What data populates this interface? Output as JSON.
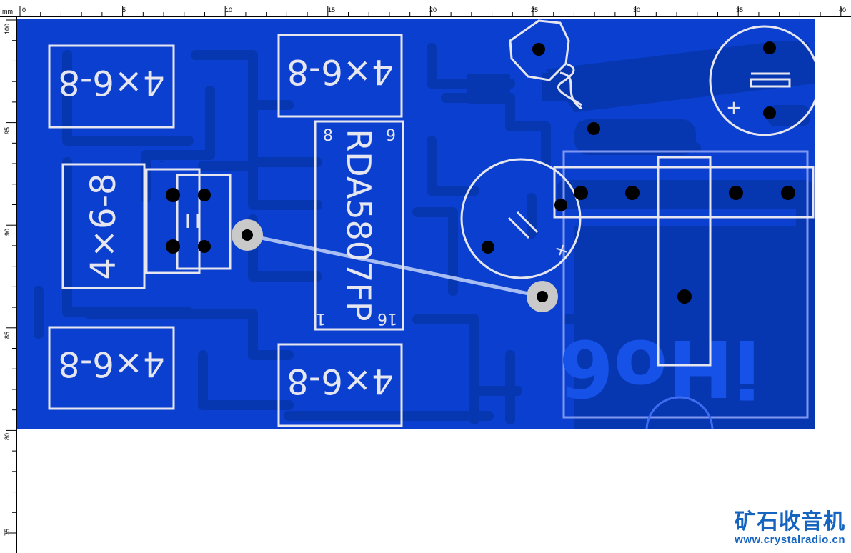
{
  "ruler": {
    "unit": "mm",
    "top_ticks": [
      "0",
      "5",
      "10",
      "15",
      "20",
      "25",
      "30",
      "35",
      "40"
    ],
    "left_ticks": [
      "100",
      "95",
      "90",
      "85",
      "80",
      "75"
    ]
  },
  "pcb": {
    "copper_color": "#0a3fd0",
    "trace_color": "#0637b0",
    "silk_color": "#e6e6f0",
    "resistors": {
      "r1": "4×6-8",
      "r2": "4×6-8",
      "r3": "4×6-8",
      "r4": "4×6-8",
      "r5": "4×6-8"
    },
    "ic": {
      "part": "RDA5807FP",
      "pin_1": "1",
      "pin_8": "8",
      "pin_9": "9",
      "pin_16": "16"
    },
    "cap_marks": {
      "plus_1": "+",
      "plus_2": "+",
      "minus": "-"
    },
    "logo": "iHo6"
  },
  "watermark": {
    "title": "矿石收音机",
    "url": "www.crystalradio.cn"
  }
}
